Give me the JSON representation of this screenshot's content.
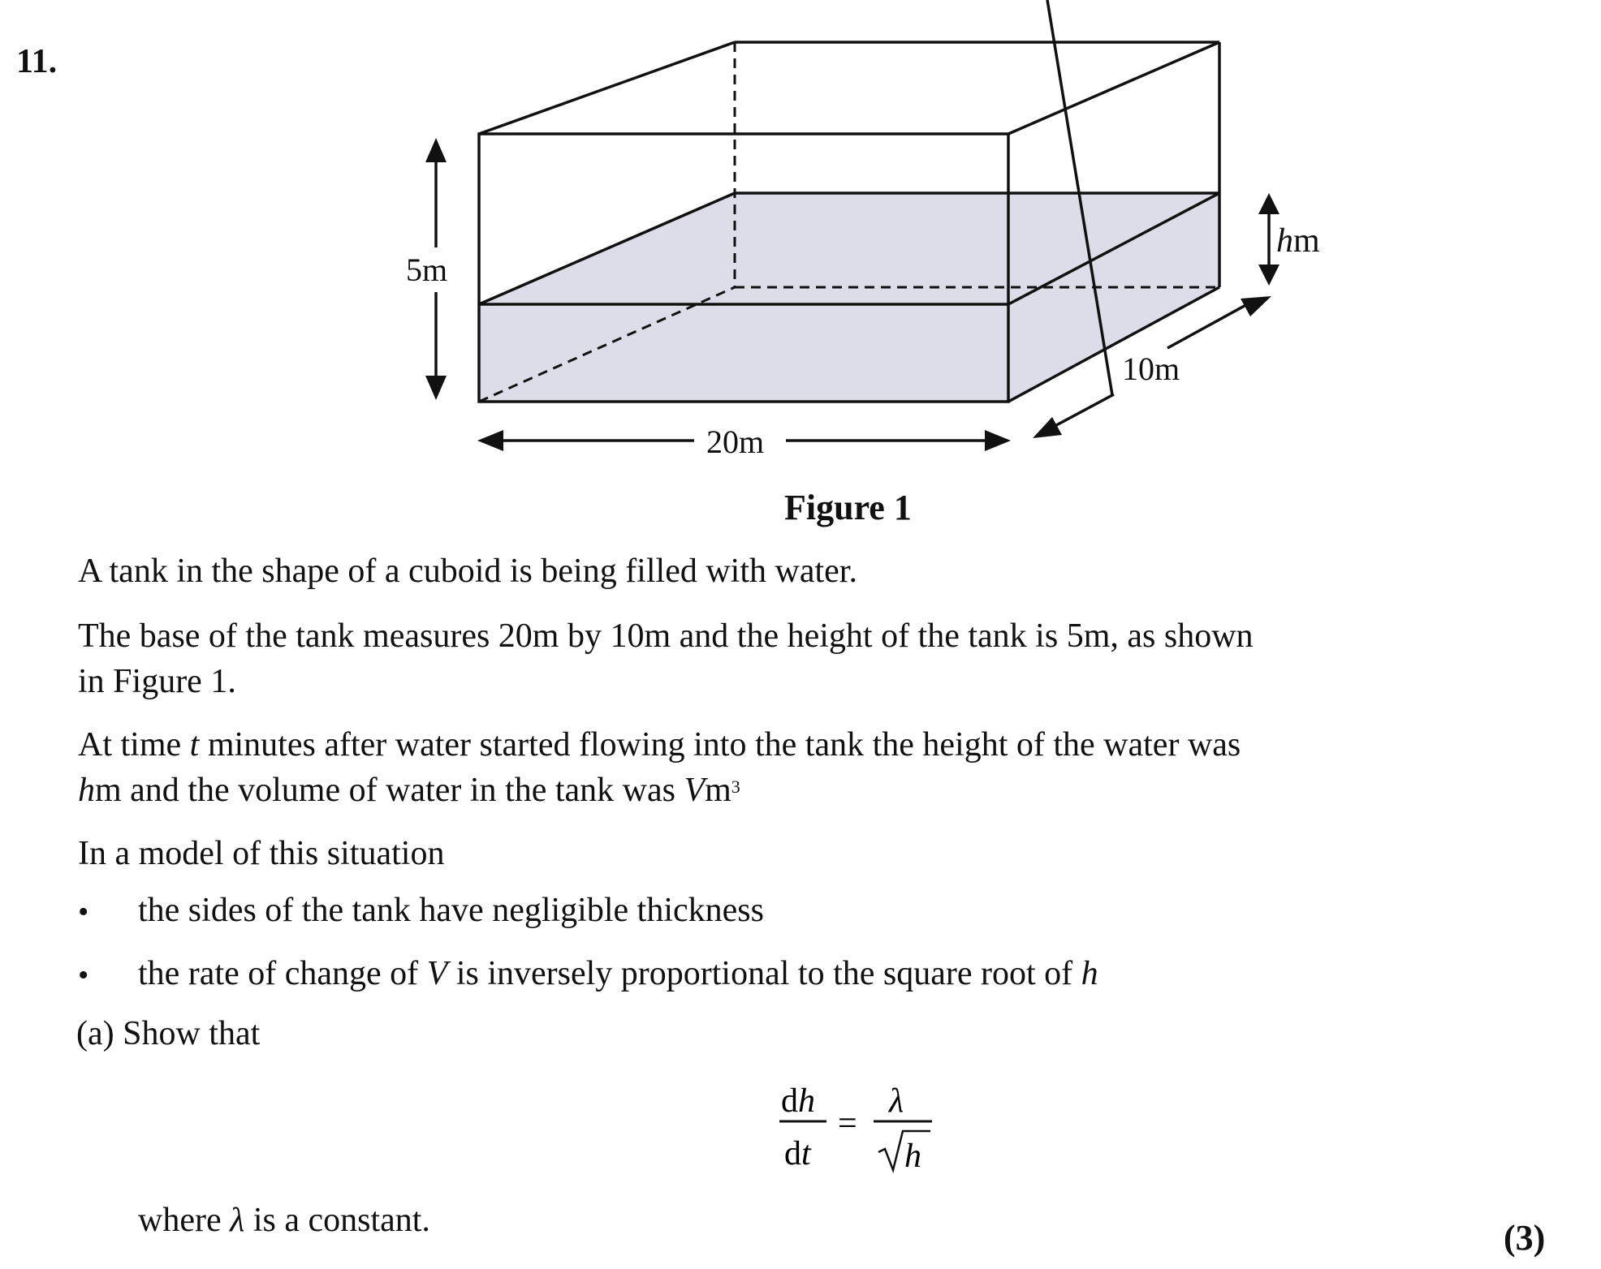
{
  "question_number": "11.",
  "figure": {
    "caption": "Figure 1",
    "labels": {
      "height": "5m",
      "length": "20m",
      "width": "10m",
      "water_height_var": "h",
      "water_height_unit": "m"
    },
    "colors": {
      "water": "#dcdde8",
      "lines": "#111111"
    }
  },
  "text": {
    "p1": "A tank in the shape of a cuboid is being filled with water.",
    "p2_line1": "The base of the tank measures 20m by 10m and the height of the tank is 5m, as shown",
    "p2_line2": "in Figure 1.",
    "p3_line1_a": "At time ",
    "p3_t": "t",
    "p3_line1_b": " minutes after water started flowing into the tank the height of the water was",
    "p3_h": "h",
    "p3_line2_a": "m and the volume of water in the tank was ",
    "p3_V": "V",
    "p3_unit": "m",
    "p3_exp": "3",
    "p4": "In a model of this situation",
    "bullet_char": "•",
    "bullet1": "the sides of the tank have negligible thickness",
    "bullet2_a": "the rate of change of ",
    "bullet2_V": "V",
    "bullet2_b": " is inversely proportional to the square root of ",
    "bullet2_h": "h",
    "part_a": "(a)  Show that",
    "eq": {
      "num_d": "d",
      "num_var": "h",
      "den_d": "d",
      "den_var": "t",
      "equals": "=",
      "lambda": "λ",
      "sqrt_var": "h"
    },
    "where_a": "where ",
    "where_lambda": "λ",
    "where_b": " is a constant.",
    "marks": "(3)"
  }
}
